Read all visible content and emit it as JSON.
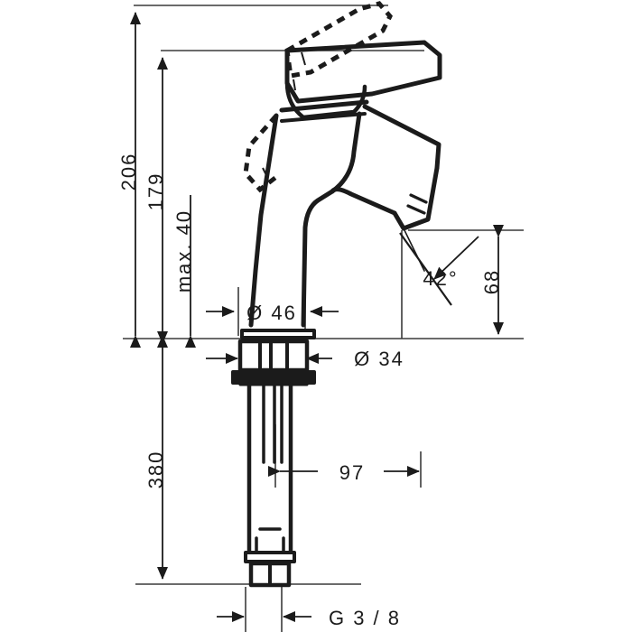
{
  "drawing": {
    "type": "technical-dimension-drawing",
    "subject": "single-lever basin mixer faucet",
    "units": "mm",
    "line_color": "#1b1b1b",
    "background_color": "#ffffff",
    "dimension_line_color": "#3a3a3a"
  },
  "dimensions": {
    "total_height": {
      "label": "206",
      "orientation": "vertical"
    },
    "spout_height": {
      "label": "179",
      "orientation": "vertical"
    },
    "max_deck_thickness": {
      "label": "max. 40",
      "orientation": "vertical"
    },
    "base_diameter_upper": {
      "label": "Ø 46",
      "orientation": "horizontal"
    },
    "shank_diameter": {
      "label": "Ø 34",
      "orientation": "horizontal"
    },
    "spout_angle": {
      "label": "42°",
      "orientation": "angular"
    },
    "spout_projection_height": {
      "label": "68",
      "orientation": "vertical"
    },
    "supply_length": {
      "label": "380",
      "orientation": "vertical"
    },
    "spout_reach": {
      "label": "97",
      "orientation": "horizontal"
    },
    "thread_size": {
      "label": "G 3 / 8",
      "orientation": "horizontal"
    }
  }
}
